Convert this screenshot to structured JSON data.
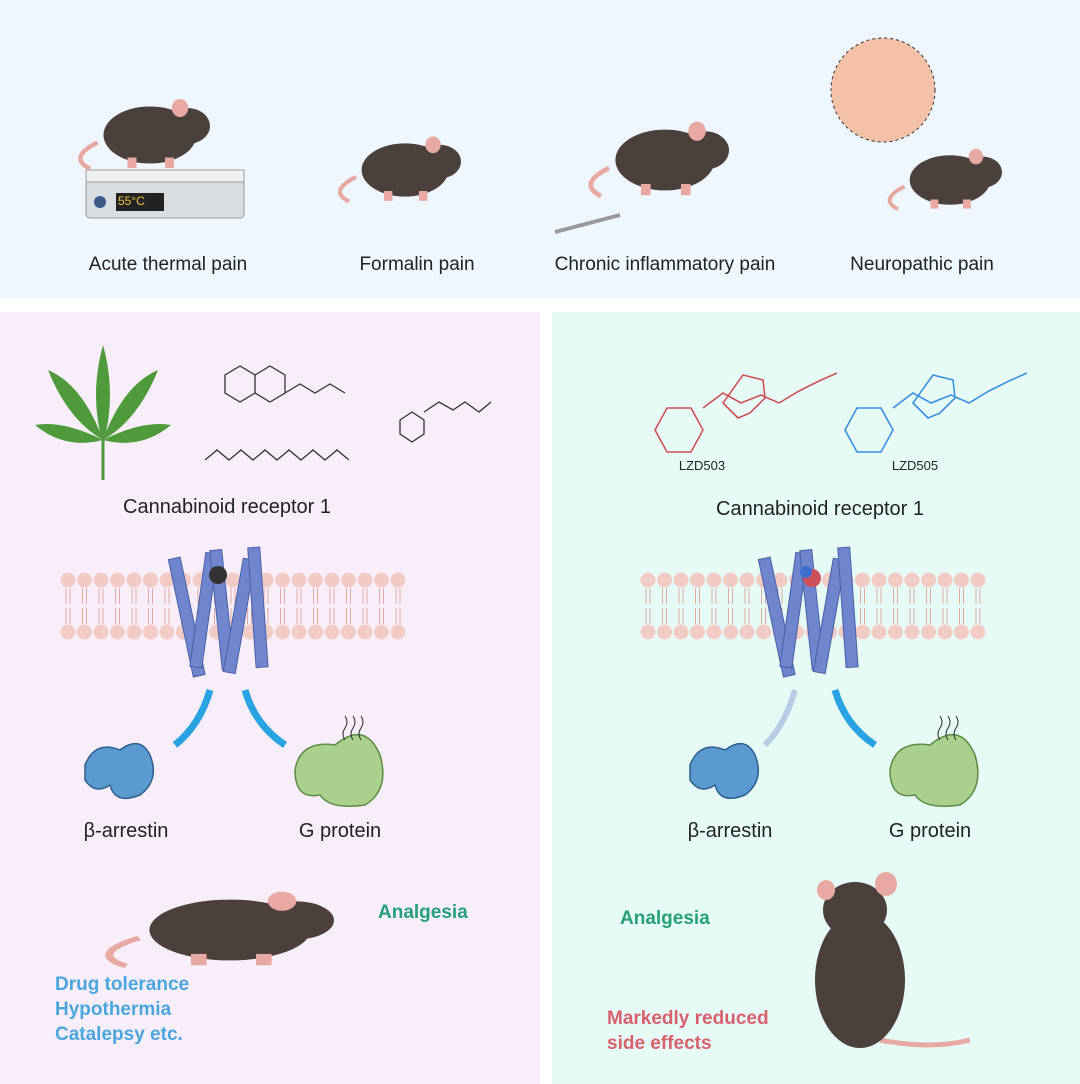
{
  "pain_models": [
    {
      "label": "Acute thermal pain",
      "display": "55°C"
    },
    {
      "label": "Formalin pain"
    },
    {
      "label": "Chronic inflammatory pain"
    },
    {
      "label": "Neuropathic pain"
    }
  ],
  "left": {
    "receptor_label": "Cannabinoid receptor 1",
    "arrestin_label": "β-arrestin",
    "gprotein_label": "G protein",
    "analgesia": "Analgesia",
    "side_effects": [
      "Drug tolerance",
      "Hypothermia",
      "Catalepsy etc."
    ]
  },
  "right": {
    "compounds": [
      {
        "name": "LZD503",
        "color": "#d0505a"
      },
      {
        "name": "LZD505",
        "color": "#3a8fe0"
      }
    ],
    "receptor_label": "Cannabinoid receptor 1",
    "arrestin_label": "β-arrestin",
    "gprotein_label": "G protein",
    "analgesia": "Analgesia",
    "reduced": [
      "Markedly reduced",
      "side effects"
    ]
  },
  "colors": {
    "green": "#25a07a",
    "blue_text": "#4aa6dc",
    "red_text": "#d9606e",
    "receptor": "#6f86cf",
    "mouse": "#4b403b"
  }
}
